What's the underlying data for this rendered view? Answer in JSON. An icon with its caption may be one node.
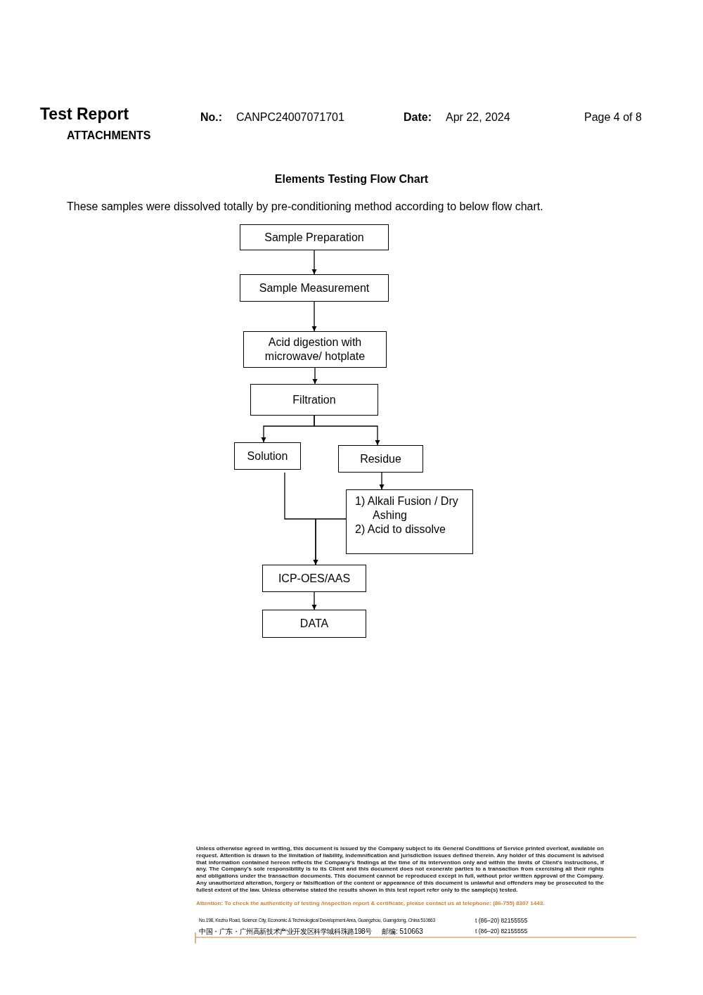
{
  "diagram": {
    "title": "Elements Testing Flow Chart",
    "nodes": [
      {
        "text": [
          "Sample Preparation"
        ]
      },
      {
        "text": [
          "Sample Measurement"
        ]
      },
      {
        "text": [
          "Acid digestion with microwave/ hotplate"
        ]
      },
      {
        "text": [
          "Filtration"
        ]
      },
      {
        "text": [
          "Solution"
        ]
      },
      {
        "text": [
          "Residue"
        ]
      },
      {
        "text": [
          "1) Alkali Fusion / Dry Ashing",
          "2) Acid to dissolve"
        ]
      },
      {
        "text": [
          "ICP-OES/AAS"
        ]
      },
      {
        "text": [
          "DATA"
        ]
      }
    ],
    "edges": [
      {
        "from": 0,
        "to": 1,
        "arrow": "to"
      },
      {
        "from": 1,
        "to": 2,
        "arrow": "to"
      },
      {
        "from": 2,
        "to": 3,
        "arrow": "to"
      },
      {
        "from": 3,
        "to": 4,
        "arrow": "to"
      },
      {
        "from": 3,
        "to": 5,
        "arrow": "to"
      },
      {
        "from": 5,
        "to": 6,
        "arrow": "to"
      },
      {
        "from": 4,
        "to": 7,
        "arrow": "to"
      },
      {
        "from": 6,
        "to": 7,
        "arrow": "to"
      },
      {
        "from": 7,
        "to": 8,
        "arrow": "to"
      }
    ],
    "labels": [
      "Test Report",
      "ATTACHMENTS",
      "No.:",
      "CANPC24007071701",
      "Date:",
      "Apr 22, 2024",
      "Page 4 of 8",
      "These samples were dissolved totally by pre-conditioning method according to below flow chart.",
      "Unless otherwise agreed in writing, this document is issued by the Company subject to its General Conditions of Service printed overleaf, available on request. Attention is drawn to the limitation of liability, indemnification and jurisdiction issues defined therein. Any holder of this document is advised that information contained hereon reflects the Company's findings at the time of its intervention only and within the limits of Client's instructions, if any. The Company's sole responsibility is to its Client and this document does not exonerate parties to a transaction from exercising all their rights and obligations under the transaction documents. This document cannot be reproduced except in full, without prior written approval of the Company. Any unauthorized alteration, forgery or falsification of the content or appearance of this document is unlawful and offenders may be prosecuted to the fullest extent of the law. Unless otherwise stated the results shown in this test report refer only to the sample(s) tested.",
      "Attention: To check the authenticity of testing /inspection report & certificate, please contact us at telephone: (86-755) 8307 1443.",
      "No.198, Kezhu Road, Science City, Economic & Technological Development Area, Guangzhou, Guangdong, China 510663",
      "t (86–20) 82155555",
      "中国・广东・广州高新技术产业开发区科学城科珠路198号",
      "邮编: 510663",
      "t (86–20) 82155555"
    ]
  }
}
